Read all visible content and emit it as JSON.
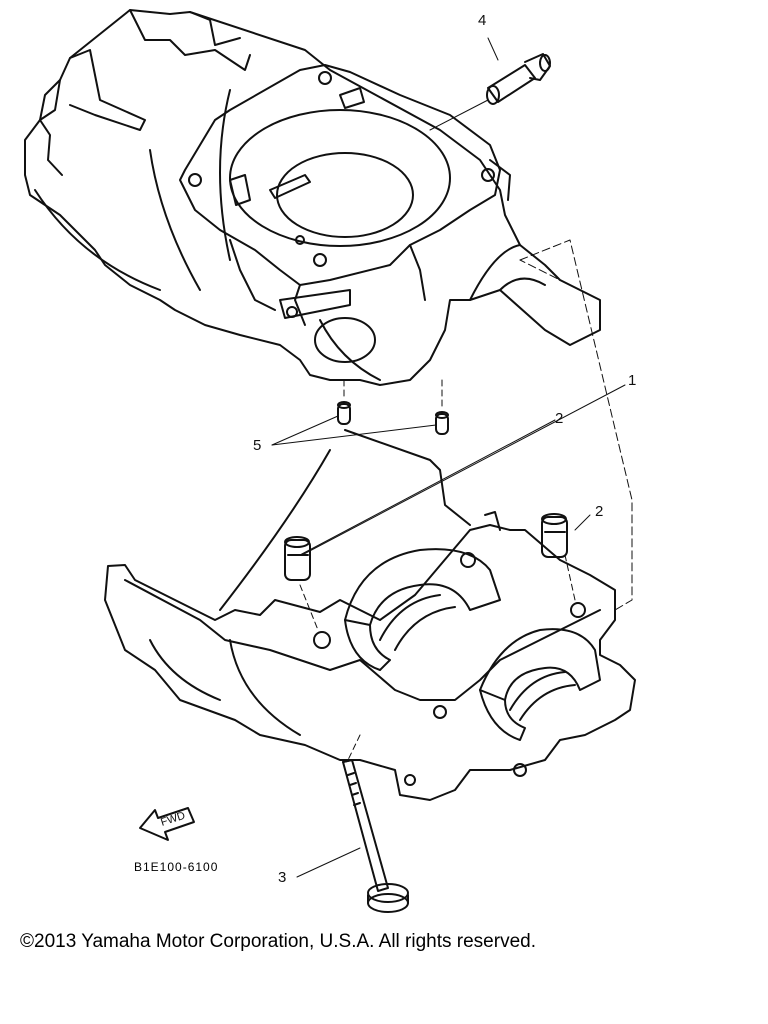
{
  "callouts": {
    "c1": "1",
    "c2a": "2",
    "c2b": "2",
    "c3": "3",
    "c4": "4",
    "c5": "5"
  },
  "fwd_label": "FWD",
  "diagram_code": "B1E100-6100",
  "copyright": "©2013 Yamaha Motor Corporation, U.S.A. All rights reserved."
}
